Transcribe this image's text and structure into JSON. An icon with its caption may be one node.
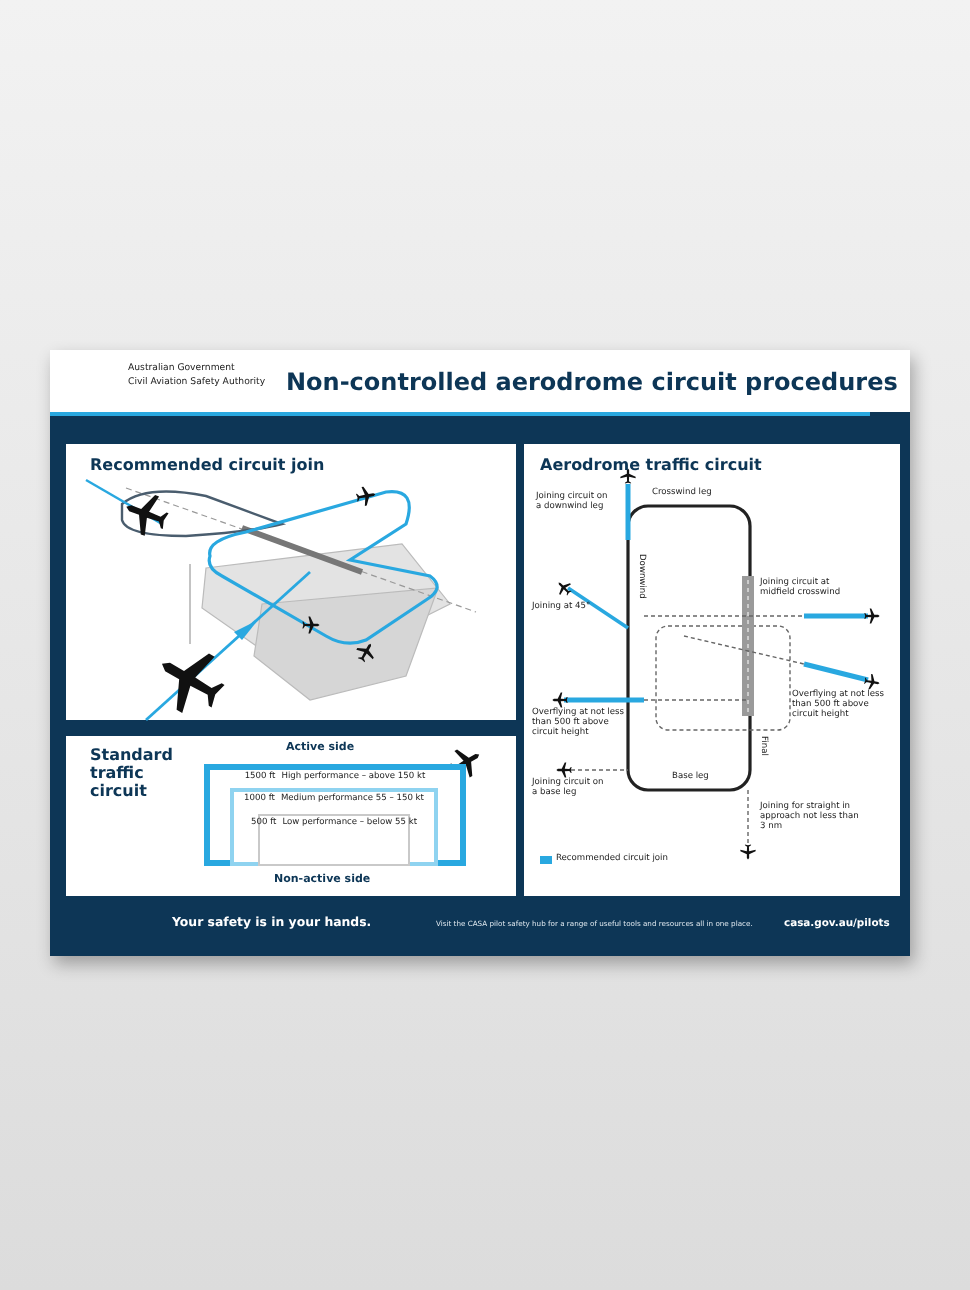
{
  "diagram": {
    "title": "Non-controlled aerodrome circuit procedures",
    "nodes": [
      {
        "text": [
          "Recommended circuit join"
        ]
      },
      {
        "text": [
          "Standard traffic circuit",
          "Active side",
          "Non-active side"
        ]
      },
      {
        "text": [
          "1500 ft",
          "High performance – above 150 kt"
        ],
        "in": 1
      },
      {
        "text": [
          "1000 ft",
          "Medium performance 55 – 150 kt"
        ],
        "in": 2
      },
      {
        "text": [
          "500 ft",
          "Low performance – below 55 kt"
        ],
        "in": 3
      },
      {
        "text": [
          "Aerodrome traffic circuit",
          "Joining circuit on a downwind leg",
          "Crosswind leg",
          "Downwind",
          "Joining at 45°",
          "Joining circuit at midfield crosswind",
          "Overflying at not less than 500 ft above circuit height",
          "Overflying at not less than 500 ft above circuit height",
          "Base leg",
          "Final",
          "Joining circuit on a base leg",
          "Joining for straight in approach not less than 3 nm"
        ]
      }
    ],
    "labels": [
      "Australian Government",
      "Civil Aviation Safety Authority",
      "Your safety is in your hands.",
      "Visit the CASA pilot safety hub for a range of useful tools and resources all in one place.",
      "casa.gov.au/pilots"
    ],
    "legend": [
      {
        "text": "Recommended circuit join",
        "color": "#29a8e0"
      }
    ]
  }
}
